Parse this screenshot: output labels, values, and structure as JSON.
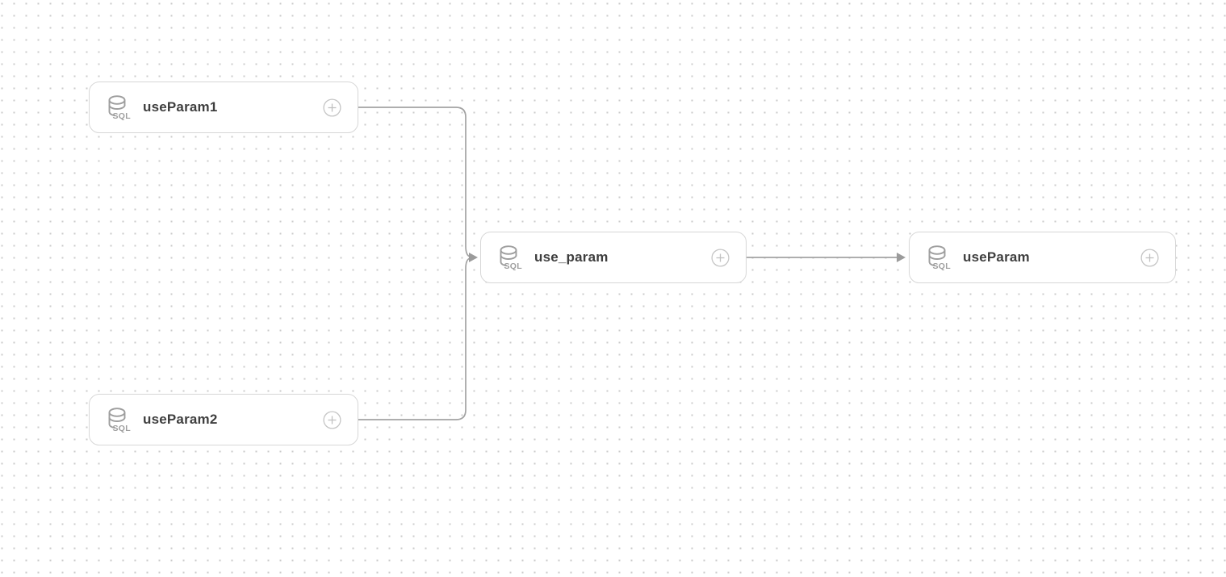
{
  "canvas": {
    "background_color": "#ffffff",
    "dot_color": "#cbcbcb",
    "edge_color": "#a2a2a2",
    "arrow_color": "#9b9b9b",
    "node_border_color": "#d7d7d7",
    "node_label_color": "#3e3e3e",
    "db_icon_color": "#9e9e9e",
    "plus_icon_color": "#c5c5c5",
    "sql_badge": "SQL"
  },
  "nodes": [
    {
      "id": "useParam1",
      "label": "useParam1",
      "type_icon": "sql-database-icon",
      "action_icon": "plus-circle-icon"
    },
    {
      "id": "useParam2",
      "label": "useParam2",
      "type_icon": "sql-database-icon",
      "action_icon": "plus-circle-icon"
    },
    {
      "id": "use_param",
      "label": "use_param",
      "type_icon": "sql-database-icon",
      "action_icon": "plus-circle-icon"
    },
    {
      "id": "useParam",
      "label": "useParam",
      "type_icon": "sql-database-icon",
      "action_icon": "plus-circle-icon"
    }
  ],
  "edges": [
    {
      "from": "useParam1",
      "to": "use_param"
    },
    {
      "from": "useParam2",
      "to": "use_param"
    },
    {
      "from": "use_param",
      "to": "useParam"
    }
  ]
}
